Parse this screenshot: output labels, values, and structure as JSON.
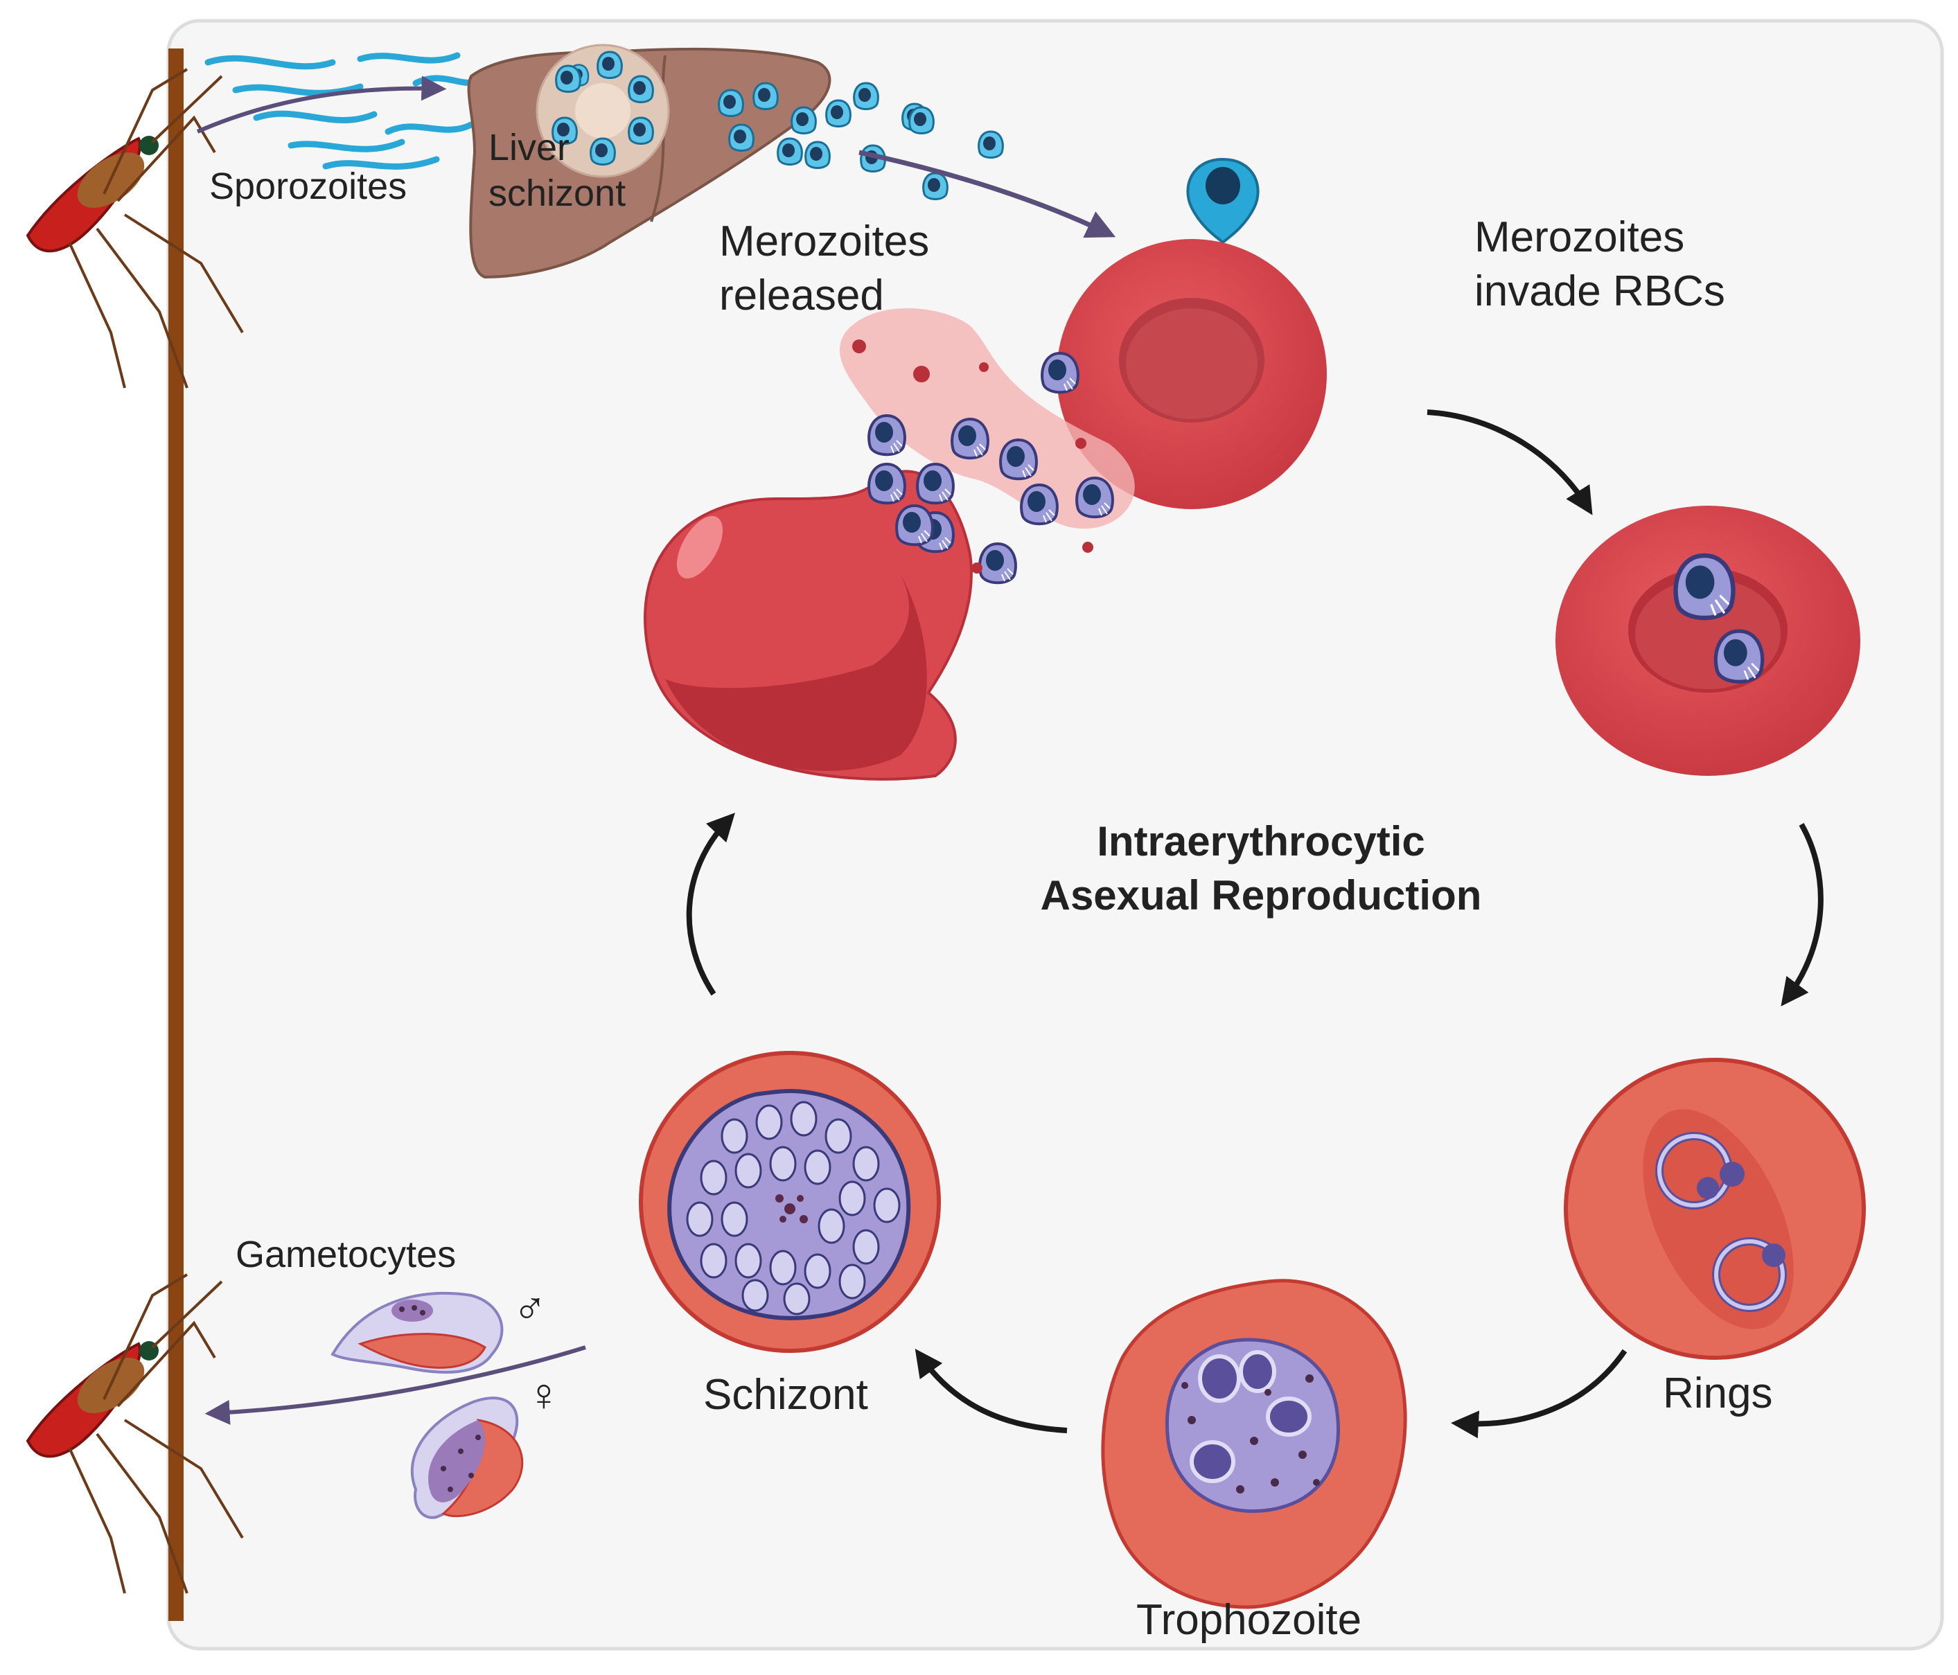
{
  "labels": {
    "sporozoites": "Sporozoites",
    "liver_schizont_line1": "Liver",
    "liver_schizont_line2": "schizont",
    "merozoites_released_line1": "Merozoites",
    "merozoites_released_line2": "released",
    "merozoites_invade_line1": "Merozoites",
    "merozoites_invade_line2": "invade RBCs",
    "cycle_title_line1": "Intraerythrocytic",
    "cycle_title_line2": "Asexual Reproduction",
    "rings": "Rings",
    "trophozoite": "Trophozoite",
    "schizont": "Schizont",
    "gametocytes": "Gametocytes",
    "male_symbol": "♂",
    "female_symbol": "♀"
  },
  "colors": {
    "rbc": "#d9484e",
    "rbc_dark": "#b8303a",
    "merozoite_blue": "#29a7d6",
    "parasite_purple": "#9a8fcf",
    "liver": "#a8786a",
    "vector_stroke": "#8b4513",
    "arrow": "#1a1a1a"
  }
}
